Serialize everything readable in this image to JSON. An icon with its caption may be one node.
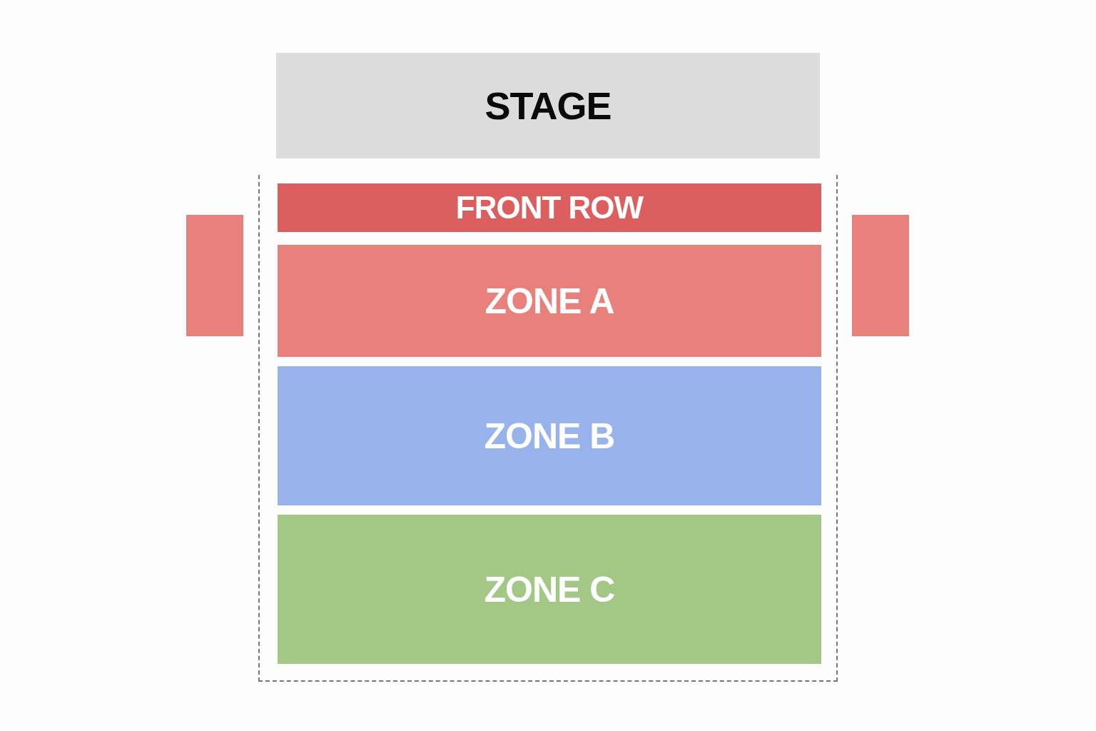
{
  "diagram": {
    "nodes": [
      {
        "text": [
          "STAGE"
        ]
      },
      {
        "text": [],
        "shape": "box"
      },
      {
        "text": [
          "FRONT ROW"
        ],
        "in": 1
      },
      {
        "text": [
          "ZONE A"
        ],
        "in": 1
      },
      {
        "text": [
          "ZONE B"
        ],
        "in": 1
      },
      {
        "text": [
          "ZONE C"
        ],
        "in": 1
      },
      {
        "text": [],
        "shape": "box"
      },
      {
        "text": [],
        "shape": "box"
      }
    ]
  }
}
